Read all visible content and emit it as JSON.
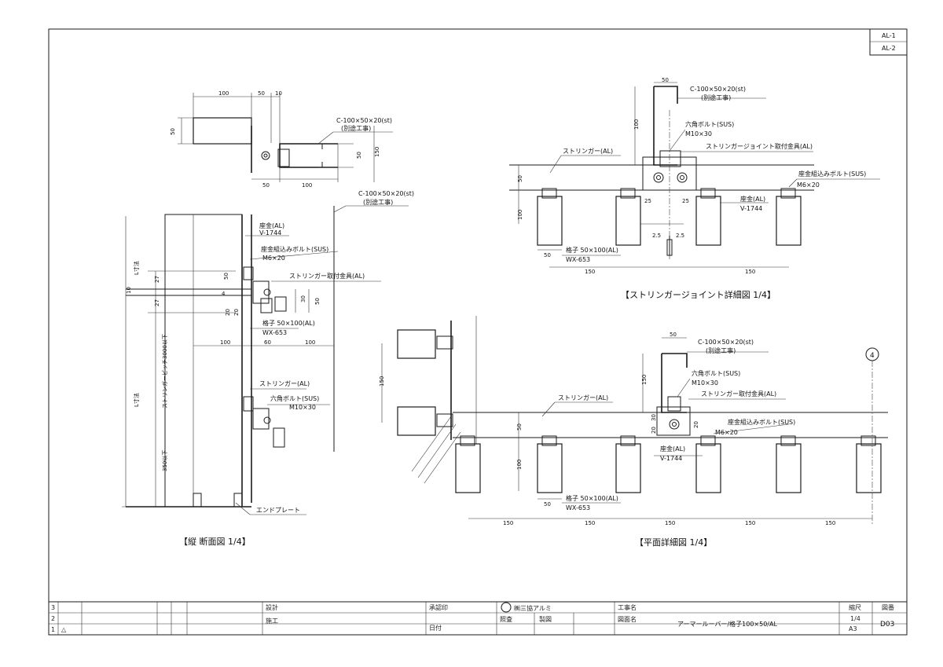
{
  "sheet_refs": [
    "AL-1",
    "AL-2"
  ],
  "views": {
    "top_section": {
      "dims_top": [
        "100",
        "50",
        "10"
      ],
      "dims_side": [
        "50",
        "50",
        "150"
      ],
      "dims_bottom": [
        "50",
        "100"
      ],
      "c_channel_label": "C-100×50×20(st)",
      "c_channel_note": "(別途工事)"
    },
    "vertical_section": {
      "title": "【縦 断面図 1/4】",
      "c_channel_label": "C-100×50×20(st)",
      "c_channel_note": "(別途工事)",
      "zagane_label": "座金(AL)",
      "zagane_code": "V-1744",
      "zagane_bolt_label": "座金組込みボルト(SUS)",
      "zagane_bolt_size": "M6×20",
      "stringer_bracket_label": "ストリンガー取付金具(AL)",
      "koushi_label": "格子 50×100(AL)",
      "koushi_code": "WX-653",
      "stringer_label": "ストリンガー(AL)",
      "hex_bolt_label": "六角ボルト(SUS)",
      "hex_bolt_size": "M10×30",
      "end_plate_label": "エンドプレート",
      "dims": [
        "50",
        "27",
        "10",
        "27",
        "4",
        "20",
        "20",
        "30",
        "50",
        "100",
        "60",
        "100"
      ],
      "left_dims": [
        "L寸法",
        "L寸法",
        "ストリンガーピッチ3000以下",
        "350以下"
      ]
    },
    "joint_detail": {
      "title": "【ストリンガージョイント詳細図 1/4】",
      "c_channel_label": "C-100×50×20(st)",
      "c_channel_note": "(別途工事)",
      "hex_bolt_label": "六角ボルト(SUS)",
      "hex_bolt_size": "M10×30",
      "joint_bracket_label": "ストリンガージョイント取付金具(AL)",
      "stringer_label": "ストリンガー(AL)",
      "zagane_bolt_label": "座金組込みボルト(SUS)",
      "zagane_bolt_size": "M6×20",
      "zagane_label": "座金(AL)",
      "zagane_code": "V-1744",
      "koushi_label": "格子 50×100(AL)",
      "koushi_code": "WX-653",
      "dims": [
        "50",
        "100",
        "50",
        "100",
        "25",
        "25",
        "2.5",
        "2.5",
        "50",
        "150",
        "150"
      ]
    },
    "plan_detail": {
      "title": "【平面詳細図 1/4】",
      "c_channel_label": "C-100×50×20(st)",
      "c_channel_note": "(別途工事)",
      "hex_bolt_label": "六角ボルト(SUS)",
      "hex_bolt_size": "M10×30",
      "stringer_label": "ストリンガー(AL)",
      "bracket_label": "ストリンガー取付金具(AL)",
      "zagane_bolt_label": "座金組込みボルト(SUS)",
      "zagane_bolt_size": "M6×20",
      "zagane_label": "座金(AL)",
      "zagane_code": "V-1744",
      "koushi_label": "格子 50×100(AL)",
      "koushi_code": "WX-653",
      "grid_mark": "4",
      "dims": [
        "50",
        "150",
        "50",
        "100",
        "30",
        "20",
        "20",
        "50",
        "150",
        "150",
        "150",
        "150",
        "150"
      ]
    }
  },
  "title_block": {
    "revision_rows": [
      "3",
      "2",
      "1",
      "△"
    ],
    "design_label": "設計",
    "construction_label": "施工",
    "approval_label": "承認印",
    "check_label": "照査",
    "drawing_label": "製図",
    "date_label": "日付",
    "company_name": "㈱三協アルミ",
    "project_label": "工事名",
    "drawing_name_label": "図面名",
    "drawing_name": "アーマールーバー/格子100×50/AL",
    "scale_label": "縮尺",
    "scale_value": "1/4",
    "sheet_label": "図番",
    "paper_size": "A3",
    "drawing_number": "D03"
  }
}
